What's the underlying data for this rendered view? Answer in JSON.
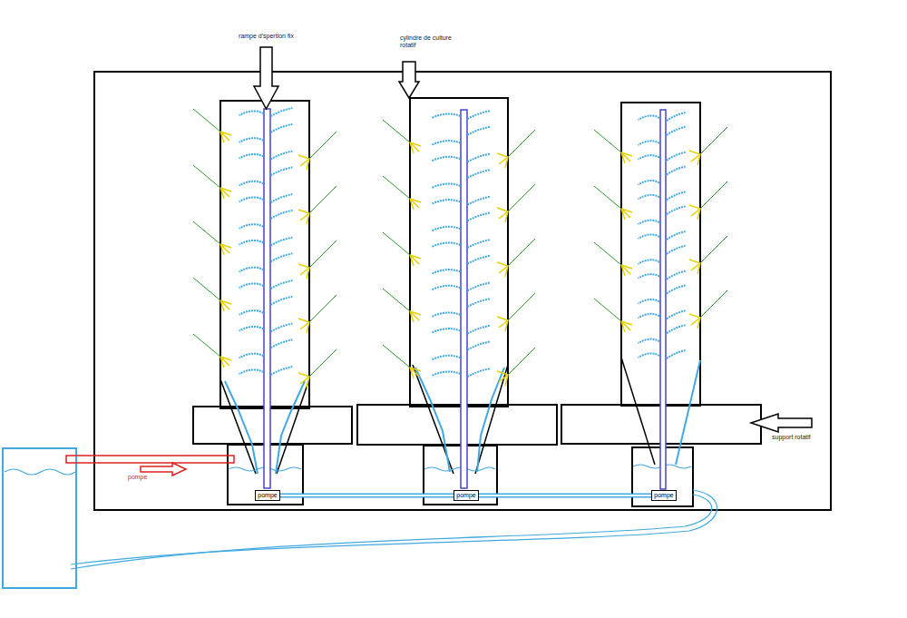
{
  "diagram": {
    "nodes": [
      {
        "text": [
          "pompe"
        ]
      },
      {
        "text": [
          "pompe"
        ]
      },
      {
        "text": [
          "pompe"
        ]
      }
    ],
    "edges": [
      {
        "from": 0,
        "to": 1,
        "arrow": "none"
      },
      {
        "from": 1,
        "to": 2,
        "arrow": "none"
      }
    ],
    "labels": [
      "rampe d'spertion fix",
      "cylindre de culture rotatif",
      "support rotatif",
      "pompe"
    ]
  }
}
